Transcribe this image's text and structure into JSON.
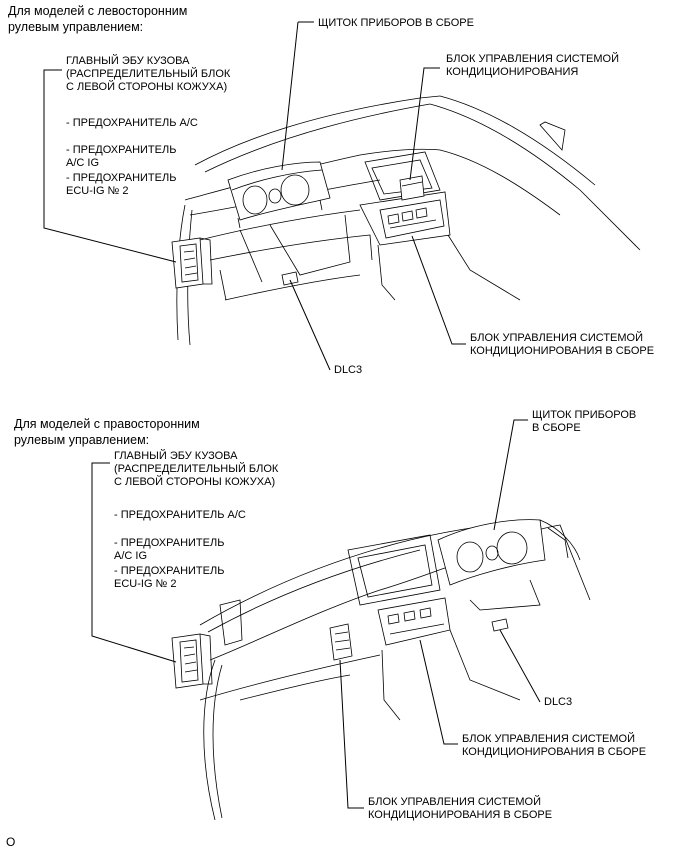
{
  "section_lhd": {
    "heading": "Для моделей с левосторонним\nрулевым управлением:",
    "main_ecu": "ГЛАВНЫЙ ЭБУ КУЗОВА\n(РАСПРЕДЕЛИТЕЛЬНЫЙ БЛОК\nС ЛЕВОЙ СТОРОНЫ КОЖУХА)",
    "fuse_ac": "- ПРЕДОХРАНИТЕЛЬ A/C",
    "fuse_ac_ig": "- ПРЕДОХРАНИТЕЛЬ\nA/C IG",
    "fuse_ecu_ig": "- ПРЕДОХРАНИТЕЛЬ\nECU-IG № 2",
    "combination_meter": "ЩИТОК ПРИБОРОВ В СБОРЕ",
    "ac_amplifier": "БЛОК УПРАВЛЕНИЯ СИСТЕМОЙ\nКОНДИЦИОНИРОВАНИЯ",
    "ac_control_assy": "БЛОК УПРАВЛЕНИЯ СИСТЕМОЙ\nКОНДИЦИОНИРОВАНИЯ В СБОРЕ",
    "dlc3": "DLC3"
  },
  "section_rhd": {
    "heading": "Для моделей с правосторонним\nрулевым управлением:",
    "main_ecu": "ГЛАВНЫЙ ЭБУ КУЗОВА\n(РАСПРЕДЕЛИТЕЛЬНЫЙ БЛОК\nС ЛЕВОЙ СТОРОНЫ КОЖУХА)",
    "fuse_ac": "- ПРЕДОХРАНИТЕЛЬ A/C",
    "fuse_ac_ig": "- ПРЕДОХРАНИТЕЛЬ\nA/C IG",
    "fuse_ecu_ig": "- ПРЕДОХРАНИТЕЛЬ\nECU-IG № 2",
    "combination_meter": "ЩИТОК ПРИБОРОВ\nВ СБОРЕ",
    "ac_amplifier": "БЛОК УПРАВЛЕНИЯ СИСТЕМОЙ\nКОНДИЦИОНИРОВАНИЯ В СБОРЕ",
    "ac_control_assy": "БЛОК УПРАВЛЕНИЯ СИСТЕМОЙ\nКОНДИЦИОНИРОВАНИЯ В СБОРЕ",
    "dlc3": "DLC3"
  },
  "footer": {
    "code": "O"
  }
}
